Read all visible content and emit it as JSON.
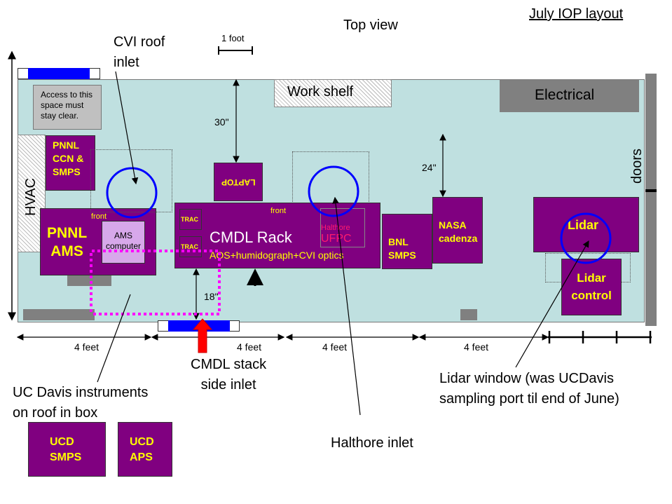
{
  "title": "Top view",
  "layout_title": "July IOP layout",
  "scale_label": "1 foot",
  "areas": {
    "work_shelf": "Work shelf",
    "electrical": "Electrical",
    "doors": "doors",
    "hvac": "HVAC",
    "access_note": "Access to this\nspace must\nstay clear."
  },
  "instruments": {
    "pnnl_ccn": "PNNL\nCCN &\nSMPS",
    "pnnl_ams": "PNNL\nAMS",
    "ams_computer": "AMS\ncomputer",
    "front1": "front",
    "front2": "front",
    "trac1": "TRAC",
    "trac2": "TRAC",
    "laptop": "LAPTOP",
    "cmdl_rack": "CMDL Rack",
    "cmdl_sub": "AOS+humidograph+CVI optics",
    "halthore": "Halthore",
    "ufpc": "UFPC",
    "bnl": "BNL\nSMPS",
    "nasa": "NASA\ncadenza",
    "lidar": "Lidar",
    "lidar_control": "Lidar\ncontrol",
    "ucd_smps": "UCD\nSMPS",
    "ucd_aps": "UCD\nAPS"
  },
  "dimensions": {
    "d30": "30\"",
    "d24": "24\"",
    "d18": "18\"",
    "f1": "4 feet",
    "f2": "4 feet",
    "f3": "4 feet",
    "f4": "4 feet"
  },
  "callouts": {
    "cvi": "CVI roof\ninlet",
    "cmdl_stack": "CMDL stack\nside inlet",
    "uc_davis": "UC Davis instruments\non roof in box",
    "halthore_inlet": "Halthore inlet",
    "lidar_window": "Lidar window (was UCDavis\nsampling port til end of June)"
  },
  "colors": {
    "room": "#bfe0e0",
    "instrument": "#800080",
    "inlet_circle": "#0000ff",
    "window": "#0000ff",
    "path": "#ff00ff",
    "arrow": "#ff0000"
  }
}
